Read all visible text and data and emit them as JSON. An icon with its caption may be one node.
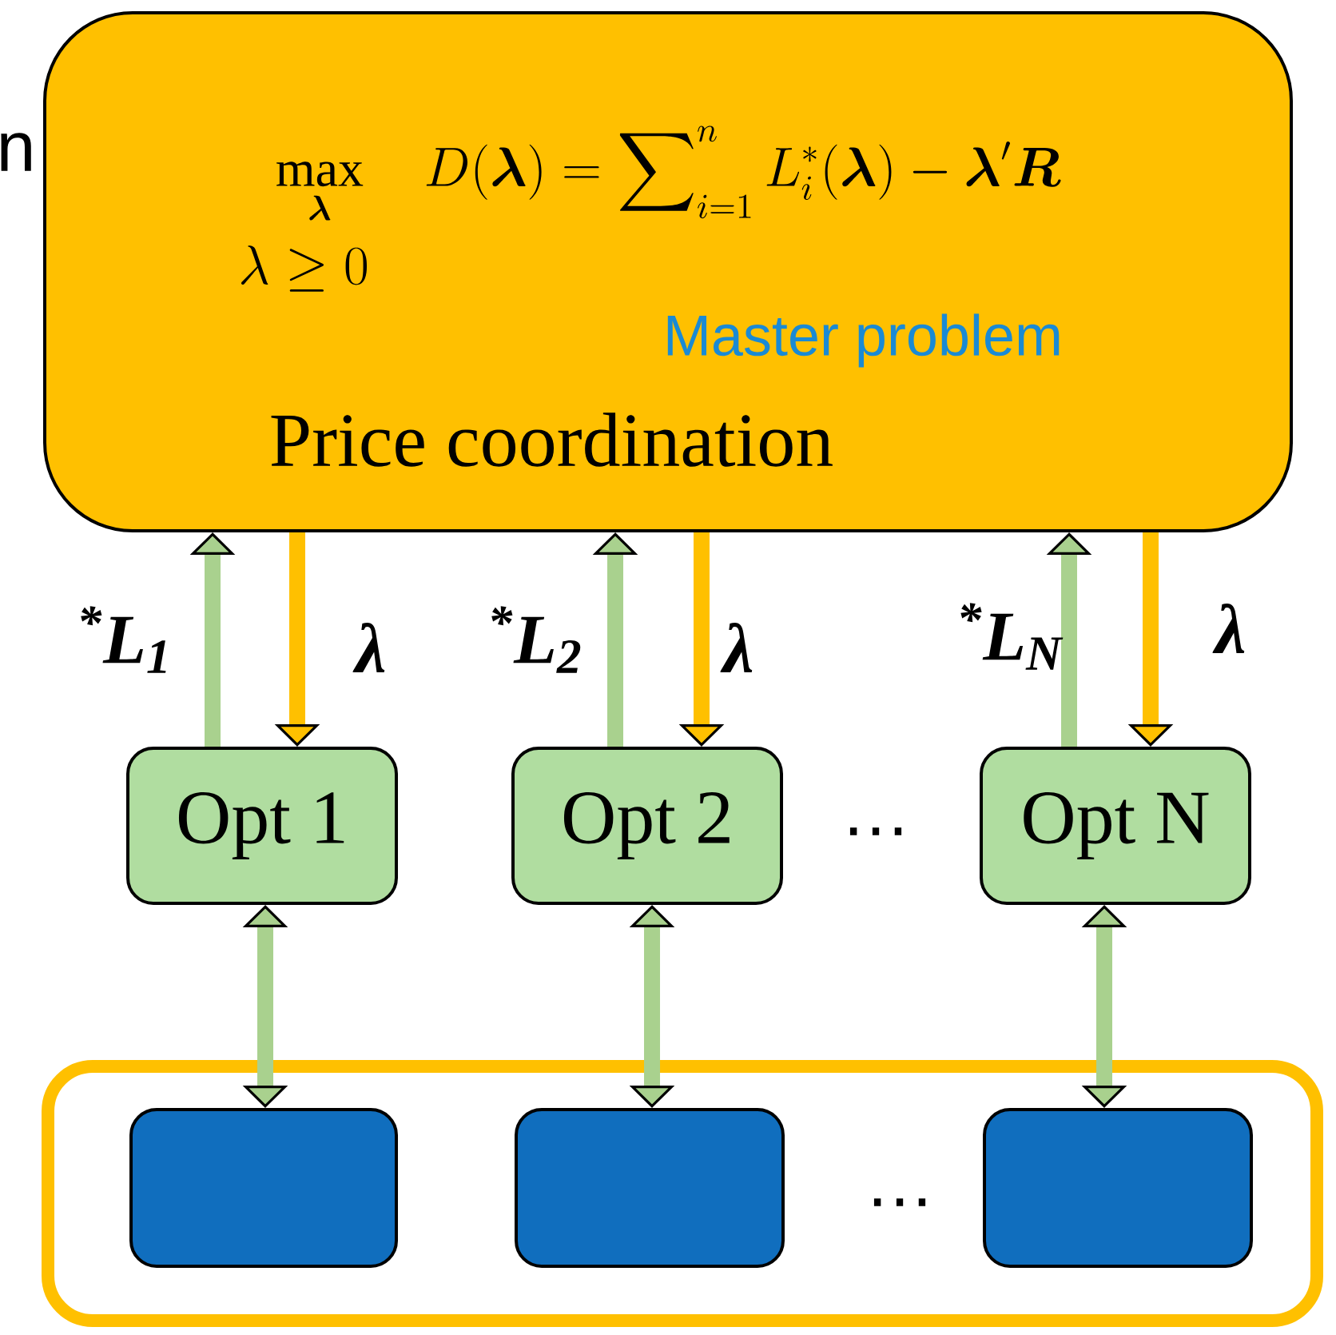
{
  "diagram": {
    "nodes": [
      {
        "text": [
          "\\max\\limits_{\\boldsymbol{\\lambda}} \\quad D(\\boldsymbol{\\lambda}) = \\displaystyle\\sum\\nolimits_{i=1}^{n} L_i^{*}(\\boldsymbol{\\lambda}) - \\boldsymbol{\\lambda}' \\boldsymbol{R}",
          "\\lambda \\geq 0",
          "Master problem",
          "Price coordination"
        ]
      },
      {
        "text": [
          "Opt 1"
        ]
      },
      {
        "text": [
          "Opt 2"
        ]
      },
      {
        "text": [
          "Opt N"
        ]
      },
      {
        "text": [],
        "shape": "box"
      },
      {
        "text": [],
        "shape": "box",
        "in": 4
      },
      {
        "text": [],
        "shape": "box",
        "in": 4
      },
      {
        "text": [],
        "shape": "box",
        "in": 4
      }
    ],
    "edges": [
      {
        "from": 1,
        "to": 0,
        "arrow": "to",
        "label": "$^{*}$L$_{1}$"
      },
      {
        "from": 0,
        "to": 1,
        "arrow": "to",
        "label": "λ",
        "color": "#ffc000"
      },
      {
        "from": 2,
        "to": 0,
        "arrow": "to",
        "label": "$^{*}$L$_{2}$"
      },
      {
        "from": 0,
        "to": 2,
        "arrow": "to",
        "label": "λ",
        "color": "#ffc000"
      },
      {
        "from": 3,
        "to": 0,
        "arrow": "to",
        "label": "$^{*}$L$_{N}$"
      },
      {
        "from": 0,
        "to": 3,
        "arrow": "to",
        "label": "λ",
        "color": "#ffc000"
      },
      {
        "from": 1,
        "to": 5,
        "arrow": "both"
      },
      {
        "from": 2,
        "to": 6,
        "arrow": "both"
      },
      {
        "from": 3,
        "to": 7,
        "arrow": "both"
      }
    ],
    "labels": [
      "n",
      "…",
      "…"
    ]
  }
}
